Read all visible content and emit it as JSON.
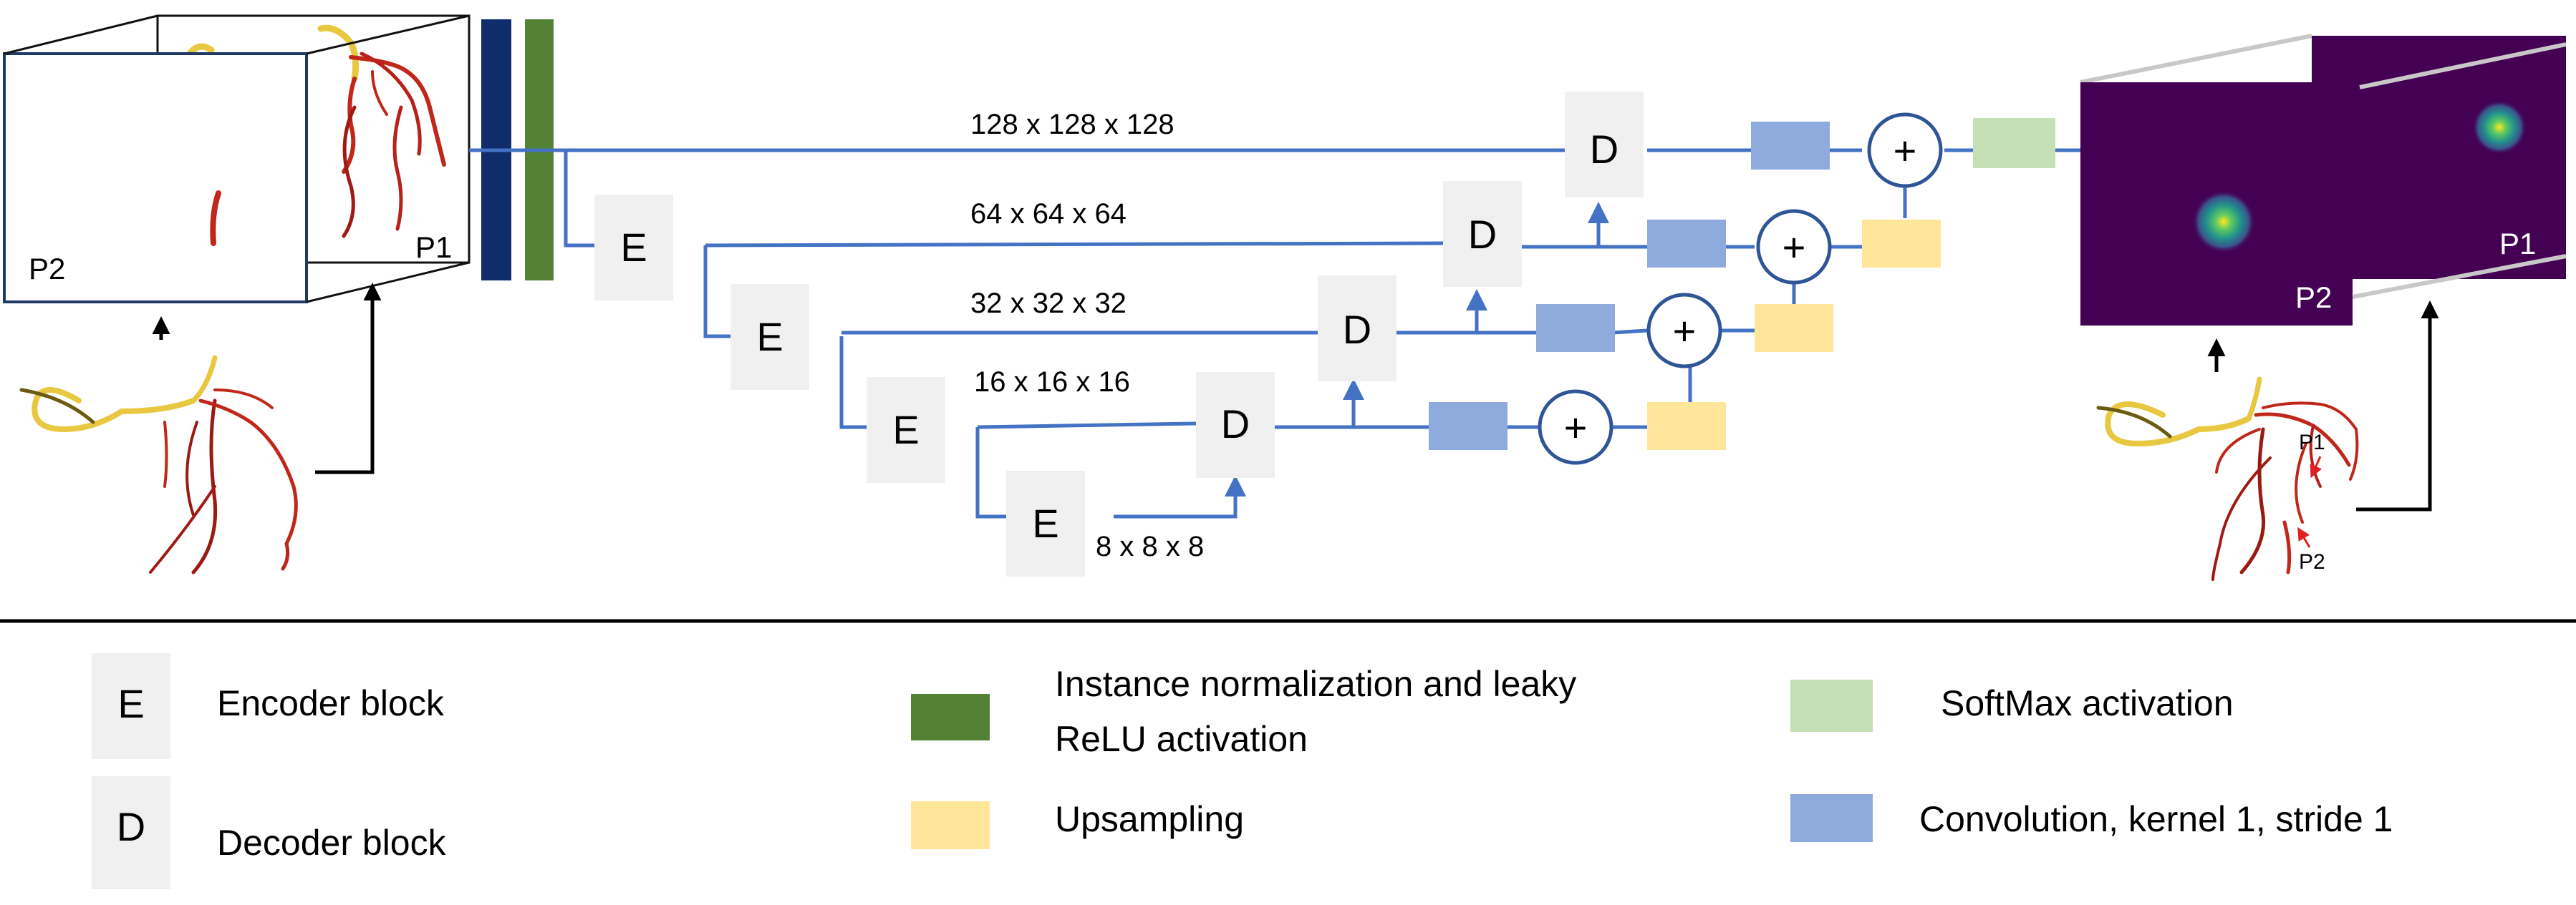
{
  "blocks": {
    "encoder_letter": "E",
    "decoder_letter": "D",
    "plus_symbol": "+"
  },
  "resolutions": {
    "level0": "128 x 128 x 128",
    "level1": "64 x  64 x 64",
    "level2": "32 x  32 x 32",
    "level3": "16 x  16 x 16",
    "level4": "8 x 8 x 8"
  },
  "volume_labels": {
    "input_p1": "P1",
    "input_p2": "P2",
    "output_p1": "P1",
    "output_p2": "P2",
    "tree_p1": "P1",
    "tree_p2": "P2"
  },
  "legend": {
    "encoder_letter": "E",
    "encoder_label": "Encoder block",
    "decoder_letter": "D",
    "decoder_label": "Decoder block",
    "norm_label_line1": "Instance normalization and leaky",
    "norm_label_line2": "ReLU activation",
    "upsampling_label": "Upsampling",
    "softmax_label": "SoftMax activation",
    "conv_label": "Convolution, kernel 1, stride 1"
  },
  "colors": {
    "line_blue": "#4472c4",
    "block_gray": "#f0f0f0",
    "navy": "#0f2c6b",
    "green": "#548235",
    "conv_blue": "#8faadc",
    "upsampling_yellow": "#ffe699",
    "softmax_green": "#c5e0b4",
    "heatmap_purple": "#440154",
    "vessel_red": "#c0271a",
    "vessel_yellow": "#e8c840"
  }
}
